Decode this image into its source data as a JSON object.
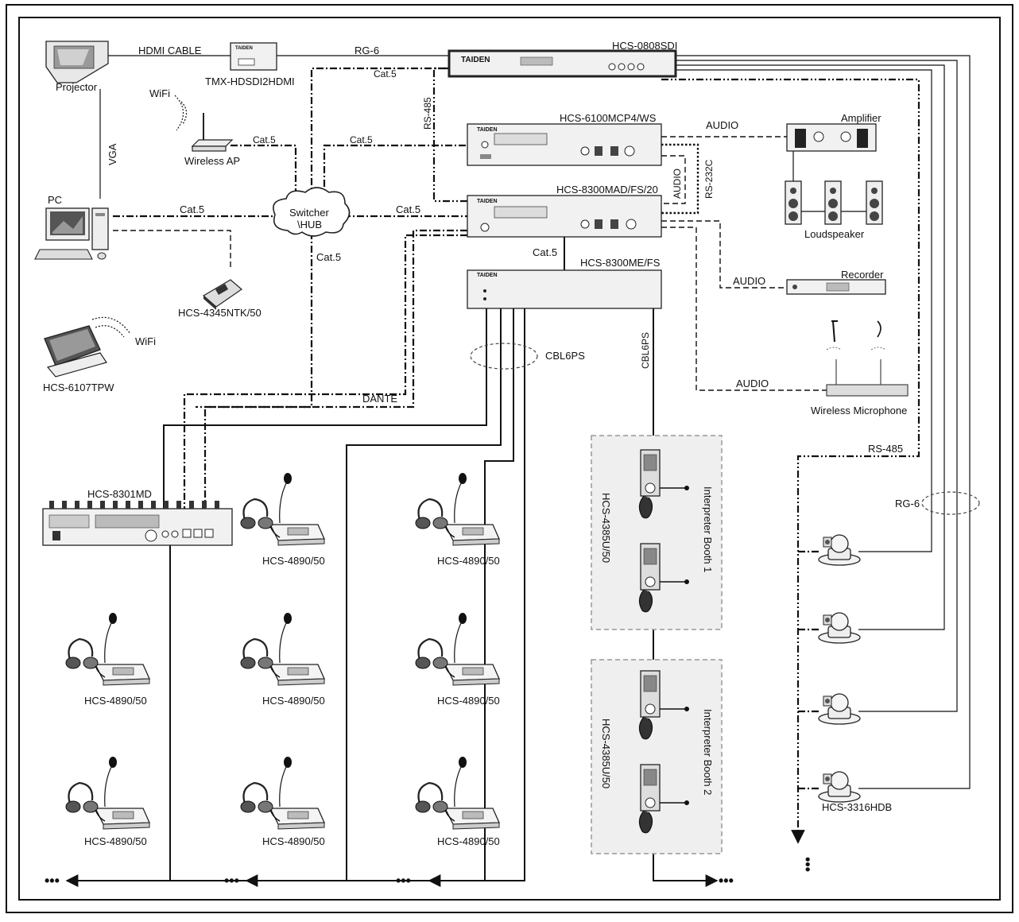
{
  "devices": {
    "projector": "Projector",
    "tmx": "TMX-HDSDI2HDMI",
    "matrix": "HCS-0808SDI",
    "mcp": "HCS-6100MCP4/WS",
    "mad": "HCS-8300MAD/FS/20",
    "me": "HCS-8300ME/FS",
    "amplifier": "Amplifier",
    "loudspeaker": "Loudspeaker",
    "recorder": "Recorder",
    "wireless_mic": "Wireless Microphone",
    "wireless_ap": "Wireless AP",
    "pc": "PC",
    "switcher_line1": "Switcher",
    "switcher_line2": "\\HUB",
    "ntk": "HCS-4345NTK/50",
    "tpw": "HCS-6107TPW",
    "md": "HCS-8301MD",
    "delegate": "HCS-4890/50",
    "interpreter_unit": "HCS-4385U/50",
    "booth1": "Interpreter Booth 1",
    "booth2": "Interpreter Booth 2",
    "camera": "HCS-3316HDB",
    "brand": "TAIDEN"
  },
  "connections": {
    "hdmi": "HDMI CABLE",
    "rg6": "RG-6",
    "cat5": "Cat.5",
    "vga": "VGA",
    "wifi": "WiFi",
    "rs485": "RS-485",
    "rs232c": "RS-232C",
    "audio": "AUDIO",
    "dante": "DANTE",
    "cbl6ps": "CBL6PS",
    "continuation": "•••"
  }
}
